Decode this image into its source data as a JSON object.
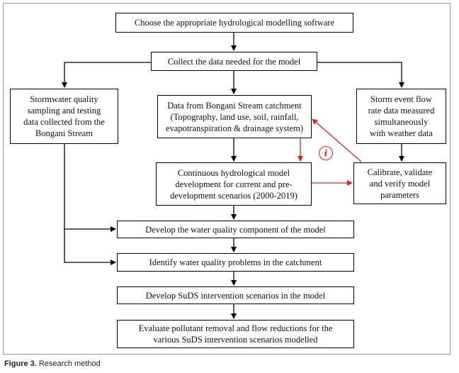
{
  "boxes": {
    "choose_software": "Choose the appropriate hydrological modelling software",
    "collect_data": "Collect the data needed for the model",
    "stormwater_sampling": "Stormwater quality\nsampling and testing\ndata collected from the\nBongani Stream",
    "catchment_data": "Data from Bongani Stream catchment\n(Topography, land use, soil, rainfall,\nevapotranspiration & drainage system)",
    "storm_event": "Storm event flow\nrate data measured\nsimultaneously\nwith weather data",
    "continuous_model": "Continuous hydrological model\ndevelopment for current and pre-\ndevelopment scenarios (2000-2019)",
    "calibrate": "Calibrate, validate\nand verify model\nparameters",
    "water_quality_component": "Develop the water quality component of the model",
    "identify_problems": "Identify water quality problems in the catchment",
    "suds_scenarios": "Develop SuDS intervention scenarios in the model",
    "evaluate": "Evaluate pollutant removal and flow reductions for the\nvarious SuDS intervention scenarios modelled"
  },
  "info_icon": {
    "glyph": "i",
    "icon": "info-icon",
    "color": "#e02020"
  },
  "caption": {
    "label": "Figure 3.",
    "text": " Research method"
  },
  "colors": {
    "arrow_black": "#000000",
    "arrow_red": "#e02020"
  }
}
